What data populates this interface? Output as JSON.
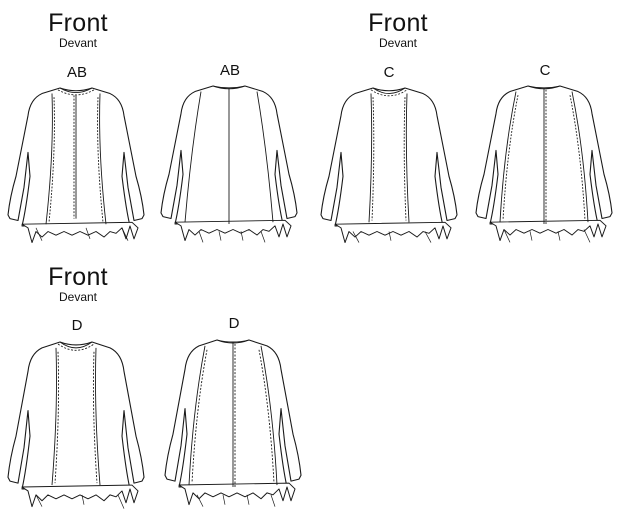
{
  "headers": [
    {
      "title": "Front",
      "subtitle": "Devant"
    },
    {
      "title": "Front",
      "subtitle": "Devant"
    },
    {
      "title": "Front",
      "subtitle": "Devant"
    }
  ],
  "view_labels": [
    "AB",
    "AB",
    "C",
    "C",
    "D",
    "D"
  ]
}
